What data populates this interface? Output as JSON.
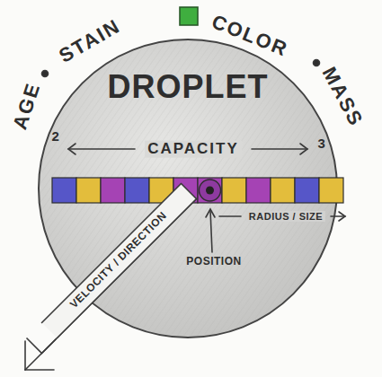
{
  "diagram": {
    "nodes": [
      {
        "text": [
          "DROPLET"
        ]
      }
    ],
    "labels": [
      "AGE",
      "STAIN",
      "COLOR",
      "MASS",
      "2",
      "CAPACITY",
      "3",
      "RADIUS / SIZE",
      "POSITION",
      "VELOCITY / DIRECTION"
    ]
  }
}
